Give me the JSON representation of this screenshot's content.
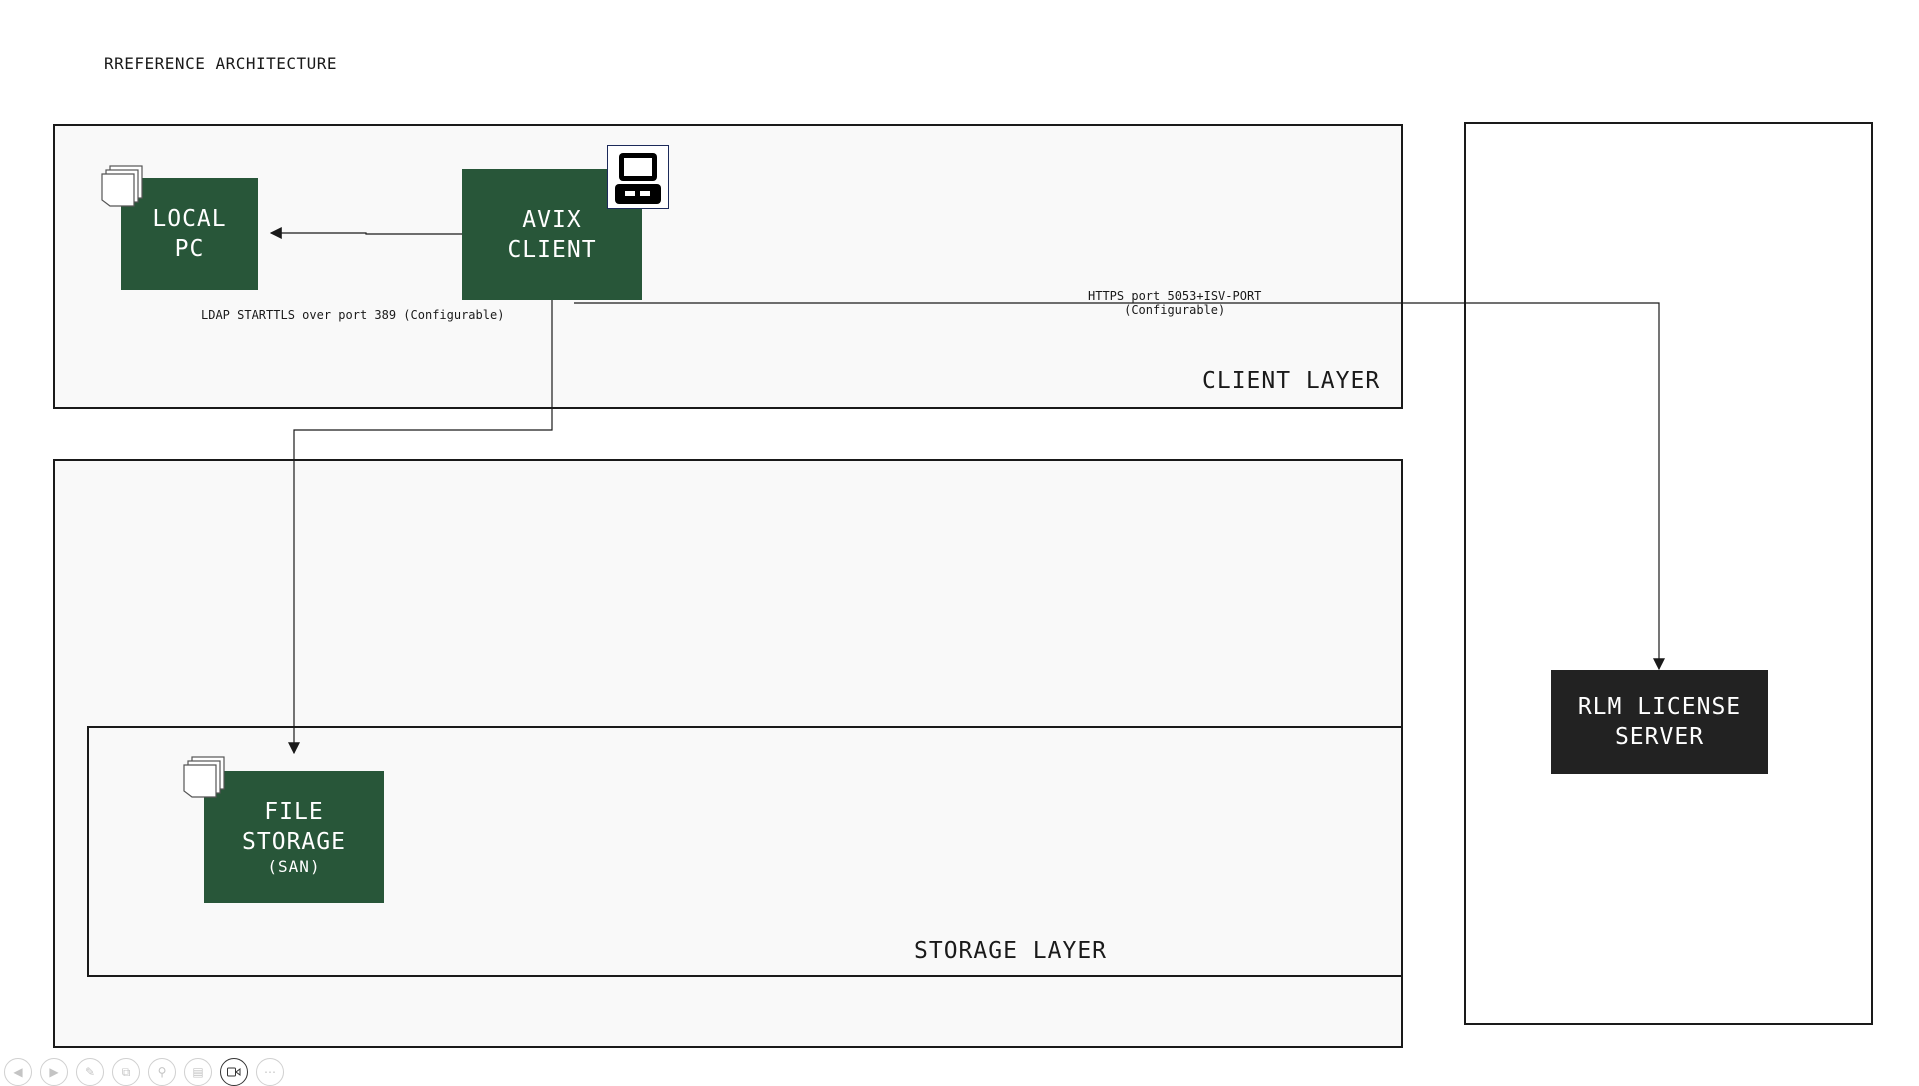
{
  "title": "RREFERENCE ARCHITECTURE",
  "layers": {
    "client": "CLIENT LAYER",
    "storage": "STORAGE LAYER"
  },
  "nodes": {
    "local_pc": [
      "LOCAL",
      "PC"
    ],
    "avix_client": [
      "AVIX",
      "CLIENT"
    ],
    "file_storage": [
      "FILE",
      "STORAGE",
      "(SAN)"
    ],
    "rlm": [
      "RLM LICENSE",
      "SERVER"
    ]
  },
  "connections": {
    "ldap": "LDAP STARTTLS over port 389 (Configurable)",
    "https": [
      "HTTPS port 5053+ISV-PORT",
      "(Configurable)"
    ]
  },
  "colors": {
    "node_green": "#285639",
    "node_dark": "#222222",
    "layer_fill": "#f9f9f9"
  },
  "toolbar": [
    "back-icon",
    "forward-icon",
    "pen-icon",
    "copy-icon",
    "zoom-icon",
    "subtitles-icon",
    "camera-icon",
    "more-icon"
  ]
}
